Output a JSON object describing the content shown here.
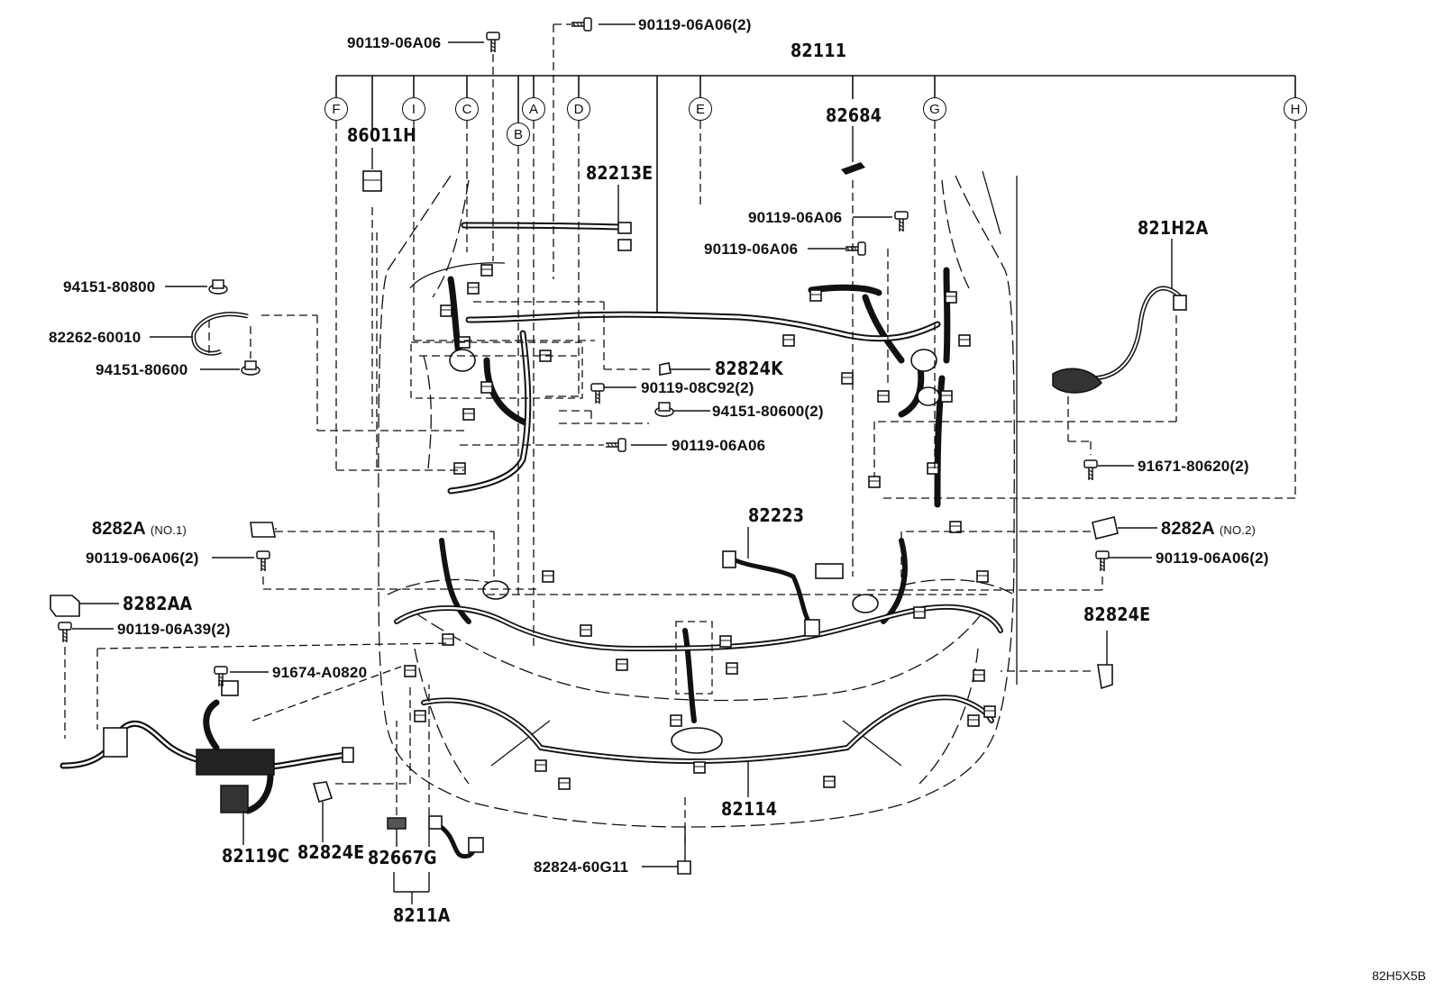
{
  "diagram": {
    "callouts": {
      "A": "A",
      "B": "B",
      "C": "C",
      "D": "D",
      "E": "E",
      "F": "F",
      "G": "G",
      "H": "H",
      "I": "I"
    },
    "parts": {
      "p82111": "82111",
      "p82684": "82684",
      "p86011H": "86011H",
      "p82213E": "82213E",
      "p821H2A": "821H2A",
      "p90119_06A06_top": "90119-06A06",
      "p90119_06A06_2_top": "90119-06A06(2)",
      "p90119_06A06_r1": "90119-06A06",
      "p90119_06A06_r2": "90119-06A06",
      "p94151_80800": "94151-80800",
      "p82262_60010": "82262-60010",
      "p94151_80600": "94151-80600",
      "p82824K": "82824K",
      "p90119_08C92_2": "90119-08C92(2)",
      "p94151_80600_2": "94151-80600(2)",
      "p90119_06A06_mid": "90119-06A06",
      "p91671_80620_2": "91671-80620(2)",
      "p8282A_no1": "8282A",
      "p8282A_no1_sub": "(NO.1)",
      "p8282A_no2": "8282A",
      "p8282A_no2_sub": "(NO.2)",
      "p90119_06A06_2_left": "90119-06A06(2)",
      "p90119_06A06_2_right": "90119-06A06(2)",
      "p82223": "82223",
      "p8282AA": "8282AA",
      "p90119_06A39_2": "90119-06A39(2)",
      "p82824E_right": "82824E",
      "p91674_A0820": "91674-A0820",
      "p82119C": "82119C",
      "p82824E_left": "82824E",
      "p82667G": "82667G",
      "p82114": "82114",
      "p82824_60G11": "82824-60G11",
      "p8211A": "8211A"
    },
    "figure_code": "82H5X5B"
  }
}
